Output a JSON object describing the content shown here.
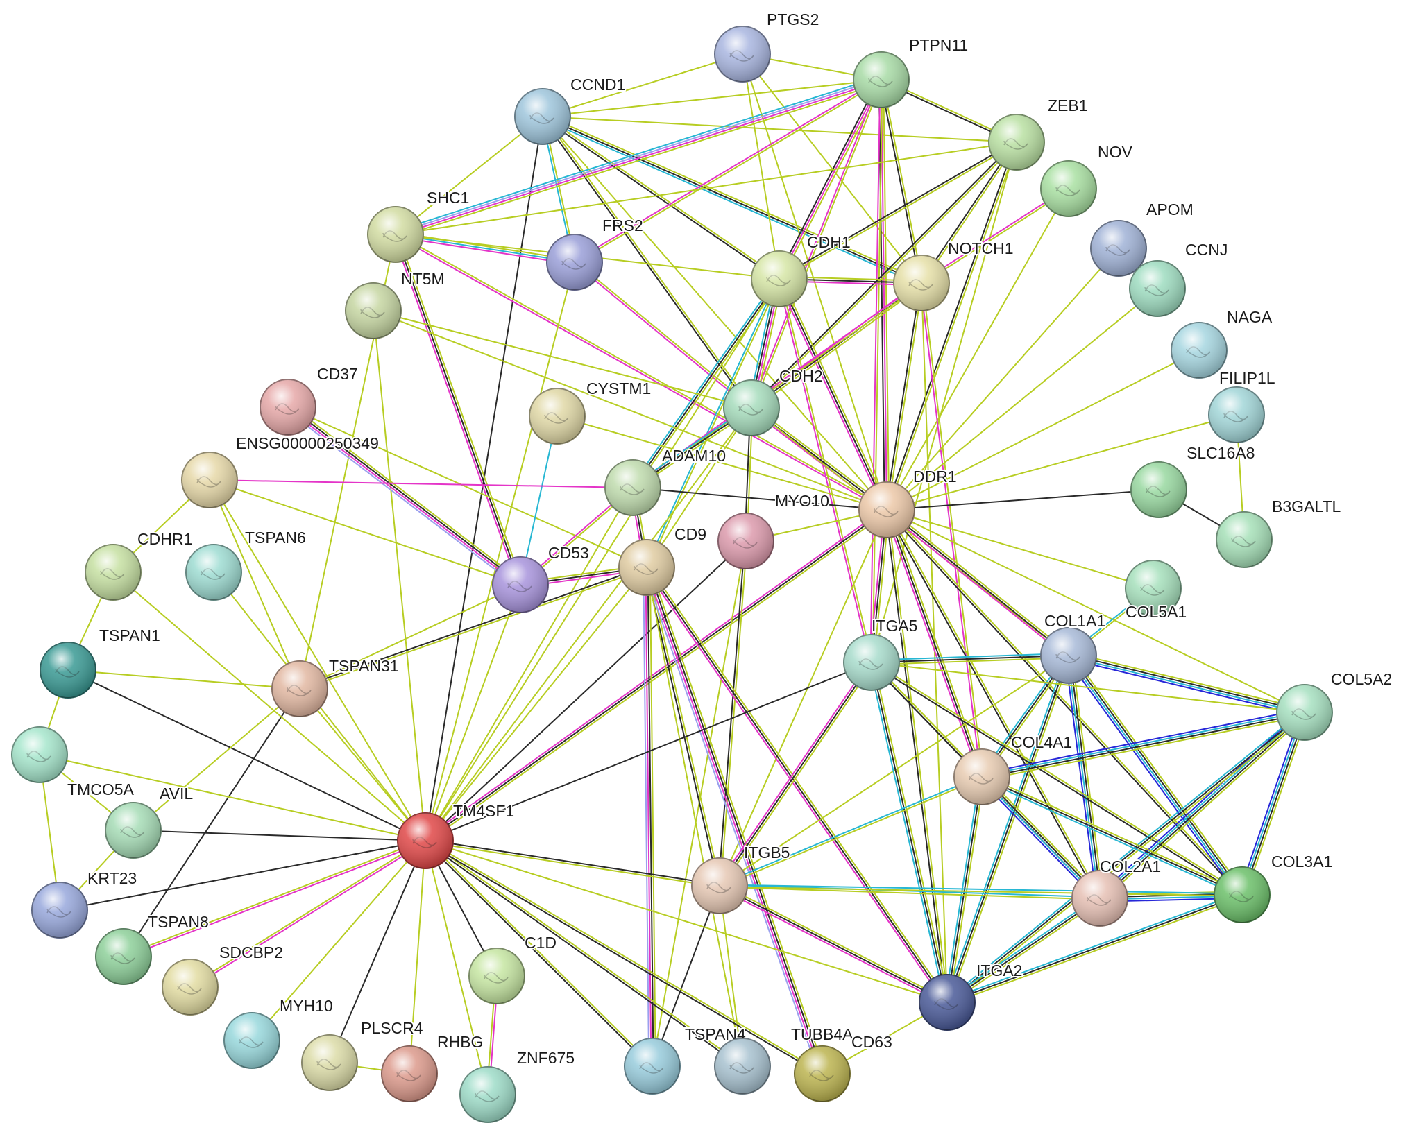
{
  "edge_colors": {
    "textmining": "#b7cd22",
    "coexpression": "#2a2a2a",
    "experimental": "#e434c8",
    "database": "#27b7d3",
    "homology": "#9aa0ee",
    "cooccurrence": "#2727d8"
  },
  "nodes": [
    {
      "id": "PTGS2",
      "label": "PTGS2",
      "color": "#a9b6e0"
    },
    {
      "id": "PTPN11",
      "label": "PTPN11",
      "color": "#a8dba6"
    },
    {
      "id": "CCND1",
      "label": "CCND1",
      "color": "#9fc6dc"
    },
    {
      "id": "ZEB1",
      "label": "ZEB1",
      "color": "#b9e0a2"
    },
    {
      "id": "NOV",
      "label": "NOV",
      "color": "#a9e0a2"
    },
    {
      "id": "SHC1",
      "label": "SHC1",
      "color": "#d2dca2"
    },
    {
      "id": "FRS2",
      "label": "FRS2",
      "color": "#9a9fd8"
    },
    {
      "id": "CDH1",
      "label": "CDH1",
      "color": "#d6e6a6"
    },
    {
      "id": "NOTCH1",
      "label": "NOTCH1",
      "color": "#e6e0a8"
    },
    {
      "id": "APOM",
      "label": "APOM",
      "color": "#a0b2d6"
    },
    {
      "id": "CCNJ",
      "label": "CCNJ",
      "color": "#9edcc0"
    },
    {
      "id": "NT5M",
      "label": "NT5M",
      "color": "#c6d6a2"
    },
    {
      "id": "NAGA",
      "label": "NAGA",
      "color": "#a6d6e0"
    },
    {
      "id": "CD37",
      "label": "CD37",
      "color": "#e6a8a8"
    },
    {
      "id": "CYSTM1",
      "label": "CYSTM1",
      "color": "#e0d8a6"
    },
    {
      "id": "CDH2",
      "label": "CDH2",
      "color": "#a6dcbc"
    },
    {
      "id": "FILIP1L",
      "label": "FILIP1L",
      "color": "#a2d6d8"
    },
    {
      "id": "ENSG00000250349",
      "label": "ENSG00000250349",
      "color": "#e6d8a8"
    },
    {
      "id": "ADAM10",
      "label": "ADAM10",
      "color": "#c0dcae"
    },
    {
      "id": "SLC16A8",
      "label": "SLC16A8",
      "color": "#98d8a0"
    },
    {
      "id": "DDR1",
      "label": "DDR1",
      "color": "#ecc8a8"
    },
    {
      "id": "MYO10",
      "label": "MYO10",
      "color": "#dc9aac"
    },
    {
      "id": "B3GALTL",
      "label": "B3GALTL",
      "color": "#a6e0b8"
    },
    {
      "id": "CDHR1",
      "label": "CDHR1",
      "color": "#c6e0a2"
    },
    {
      "id": "TSPAN6",
      "label": "TSPAN6",
      "color": "#9edcd2"
    },
    {
      "id": "CD53",
      "label": "CD53",
      "color": "#a894dc"
    },
    {
      "id": "CD9",
      "label": "CD9",
      "color": "#e0cca2"
    },
    {
      "id": "COL5A1",
      "label": "COL5A1",
      "color": "#a6e0bc"
    },
    {
      "id": "COL1A1",
      "label": "COL1A1",
      "color": "#a8bad8"
    },
    {
      "id": "ITGA5",
      "label": "ITGA5",
      "color": "#a8dccc"
    },
    {
      "id": "TSPAN1",
      "label": "TSPAN1",
      "color": "#3a9a94"
    },
    {
      "id": "TSPAN31",
      "label": "TSPAN31",
      "color": "#e2b8a2"
    },
    {
      "id": "COL5A2",
      "label": "COL5A2",
      "color": "#a6e0c0"
    },
    {
      "id": "TMCO5A",
      "label": "TMCO5A",
      "color": "#a6e6cc"
    },
    {
      "id": "COL4A1",
      "label": "COL4A1",
      "color": "#e8ccb2"
    },
    {
      "id": "AVIL",
      "label": "AVIL",
      "color": "#a6dcb6"
    },
    {
      "id": "TM4SF1",
      "label": "TM4SF1",
      "color": "#e04848"
    },
    {
      "id": "ITGB5",
      "label": "ITGB5",
      "color": "#e6c8b4"
    },
    {
      "id": "COL2A1",
      "label": "COL2A1",
      "color": "#e6c0b4"
    },
    {
      "id": "COL3A1",
      "label": "COL3A1",
      "color": "#6cc06a"
    },
    {
      "id": "KRT23",
      "label": "KRT23",
      "color": "#98a8dc"
    },
    {
      "id": "TSPAN8",
      "label": "TSPAN8",
      "color": "#8ed09a"
    },
    {
      "id": "SDCBP2",
      "label": "SDCBP2",
      "color": "#e2dca2"
    },
    {
      "id": "C1D",
      "label": "C1D",
      "color": "#c6e6a2"
    },
    {
      "id": "ITGA2",
      "label": "ITGA2",
      "color": "#4a5a98"
    },
    {
      "id": "MYH10",
      "label": "MYH10",
      "color": "#98d8dc"
    },
    {
      "id": "PLSCR4",
      "label": "PLSCR4",
      "color": "#dcdca8"
    },
    {
      "id": "RHBG",
      "label": "RHBG",
      "color": "#dc9a8c"
    },
    {
      "id": "ZNF675",
      "label": "ZNF675",
      "color": "#9edcc8"
    },
    {
      "id": "TSPAN4",
      "label": "TSPAN4",
      "color": "#98ccdc"
    },
    {
      "id": "TUBB4A",
      "label": "TUBB4A",
      "color": "#a8c2d0"
    },
    {
      "id": "CD63",
      "label": "CD63",
      "color": "#bcb450"
    }
  ],
  "edges": [
    [
      "CCND1",
      "PTGS2",
      "t"
    ],
    [
      "CCND1",
      "PTPN11",
      "t"
    ],
    [
      "CCND1",
      "ZEB1",
      "t"
    ],
    [
      "CCND1",
      "SHC1",
      "t"
    ],
    [
      "CCND1",
      "FRS2",
      "td"
    ],
    [
      "CCND1",
      "CDH1",
      "tc"
    ],
    [
      "CCND1",
      "NOTCH1",
      "tcd"
    ],
    [
      "CCND1",
      "CDH2",
      "tc"
    ],
    [
      "CCND1",
      "DDR1",
      "t"
    ],
    [
      "CCND1",
      "TM4SF1",
      "c"
    ],
    [
      "PTGS2",
      "PTPN11",
      "t"
    ],
    [
      "PTGS2",
      "CDH1",
      "t"
    ],
    [
      "PTGS2",
      "NOTCH1",
      "t"
    ],
    [
      "PTGS2",
      "DDR1",
      "t"
    ],
    [
      "PTPN11",
      "SHC1",
      "tehd"
    ],
    [
      "PTPN11",
      "FRS2",
      "te"
    ],
    [
      "PTPN11",
      "CDH1",
      "tec"
    ],
    [
      "PTPN11",
      "NOTCH1",
      "tc"
    ],
    [
      "PTPN11",
      "CDH2",
      "te"
    ],
    [
      "PTPN11",
      "DDR1",
      "tec"
    ],
    [
      "PTPN11",
      "ZEB1",
      "tc"
    ],
    [
      "PTPN11",
      "ITGA5",
      "te"
    ],
    [
      "ZEB1",
      "CDH1",
      "tc"
    ],
    [
      "ZEB1",
      "NOTCH1",
      "tc"
    ],
    [
      "ZEB1",
      "CDH2",
      "tc"
    ],
    [
      "ZEB1",
      "DDR1",
      "tc"
    ],
    [
      "ZEB1",
      "SHC1",
      "t"
    ],
    [
      "ZEB1",
      "ITGA5",
      "t"
    ],
    [
      "NOV",
      "NOTCH1",
      "te"
    ],
    [
      "NOV",
      "DDR1",
      "t"
    ],
    [
      "SHC1",
      "FRS2",
      "tde"
    ],
    [
      "SHC1",
      "CDH1",
      "t"
    ],
    [
      "SHC1",
      "DDR1",
      "te"
    ],
    [
      "SHC1",
      "CD53",
      "tce"
    ],
    [
      "SHC1",
      "TSPAN31",
      "t"
    ],
    [
      "FRS2",
      "CDH2",
      "te"
    ],
    [
      "FRS2",
      "TM4SF1",
      "t"
    ],
    [
      "CDH1",
      "NOTCH1",
      "tce"
    ],
    [
      "CDH1",
      "CDH2",
      "tecd"
    ],
    [
      "CDH1",
      "DDR1",
      "tce"
    ],
    [
      "CDH1",
      "ADAM10",
      "tcd"
    ],
    [
      "CDH1",
      "ITGA5",
      "te"
    ],
    [
      "CDH1",
      "CD9",
      "td"
    ],
    [
      "CDH1",
      "TM4SF1",
      "t"
    ],
    [
      "NOTCH1",
      "CDH2",
      "tce"
    ],
    [
      "NOTCH1",
      "DDR1",
      "tc"
    ],
    [
      "NOTCH1",
      "ADAM10",
      "te"
    ],
    [
      "NOTCH1",
      "COL4A1",
      "te"
    ],
    [
      "NOTCH1",
      "ITGA2",
      "t"
    ],
    [
      "APOM",
      "DDR1",
      "t"
    ],
    [
      "CCNJ",
      "DDR1",
      "t"
    ],
    [
      "NAGA",
      "DDR1",
      "t"
    ],
    [
      "FILIP1L",
      "DDR1",
      "t"
    ],
    [
      "FILIP1L",
      "B3GALTL",
      "t"
    ],
    [
      "SLC16A8",
      "B3GALTL",
      "c"
    ],
    [
      "SLC16A8",
      "DDR1",
      "c"
    ],
    [
      "NT5M",
      "DDR1",
      "t"
    ],
    [
      "NT5M",
      "TM4SF1",
      "t"
    ],
    [
      "NT5M",
      "CDH2",
      "t"
    ],
    [
      "CD37",
      "CD53",
      "tceh"
    ],
    [
      "CD37",
      "CD9",
      "t"
    ],
    [
      "CYSTM1",
      "CD53",
      "d"
    ],
    [
      "CYSTM1",
      "DDR1",
      "t"
    ],
    [
      "CDH2",
      "ADAM10",
      "tcd"
    ],
    [
      "CDH2",
      "DDR1",
      "tce"
    ],
    [
      "CDH2",
      "CD9",
      "t"
    ],
    [
      "CDH2",
      "MYO10",
      "tc"
    ],
    [
      "CDH2",
      "TM4SF1",
      "t"
    ],
    [
      "CDH2",
      "COL1A1",
      "t"
    ],
    [
      "ENSG00000250349",
      "ADAM10",
      "e"
    ],
    [
      "ENSG00000250349",
      "TSPAN31",
      "t"
    ],
    [
      "ENSG00000250349",
      "CDHR1",
      "t"
    ],
    [
      "ENSG00000250349",
      "TM4SF1",
      "t"
    ],
    [
      "ADAM10",
      "DDR1",
      "c"
    ],
    [
      "ADAM10",
      "CD53",
      "te"
    ],
    [
      "ADAM10",
      "CD9",
      "tce"
    ],
    [
      "ADAM10",
      "TM4SF1",
      "t"
    ],
    [
      "DDR1",
      "ITGA5",
      "tce"
    ],
    [
      "DDR1",
      "COL1A1",
      "tce"
    ],
    [
      "DDR1",
      "COL4A1",
      "tce"
    ],
    [
      "DDR1",
      "COL2A1",
      "tc"
    ],
    [
      "DDR1",
      "COL3A1",
      "tc"
    ],
    [
      "DDR1",
      "ITGA2",
      "tc"
    ],
    [
      "DDR1",
      "ITGB5",
      "t"
    ],
    [
      "DDR1",
      "COL5A1",
      "t"
    ],
    [
      "DDR1",
      "TM4SF1",
      "tce"
    ],
    [
      "DDR1",
      "COL5A2",
      "t"
    ],
    [
      "DDR1",
      "MYO10",
      "t"
    ],
    [
      "MYO10",
      "ITGB5",
      "tc"
    ],
    [
      "MYO10",
      "TSPAN4",
      "t"
    ],
    [
      "MYO10",
      "TM4SF1",
      "c"
    ],
    [
      "CD53",
      "CD9",
      "tce"
    ],
    [
      "CD53",
      "TSPAN31",
      "t"
    ],
    [
      "CD53",
      "TM4SF1",
      "t"
    ],
    [
      "CD9",
      "TSPAN31",
      "tc"
    ],
    [
      "CD9",
      "ITGB5",
      "tc"
    ],
    [
      "CD9",
      "ITGA2",
      "tce"
    ],
    [
      "CD9",
      "TSPAN4",
      "tceh"
    ],
    [
      "CD9",
      "CD63",
      "tceh"
    ],
    [
      "CD9",
      "TM4SF1",
      "t"
    ],
    [
      "CD9",
      "TUBB4A",
      "t"
    ],
    [
      "COL5A1",
      "COL1A1",
      "td"
    ],
    [
      "COL1A1",
      "ITGA5",
      "tcd"
    ],
    [
      "COL1A1",
      "COL5A2",
      "tcdo"
    ],
    [
      "COL1A1",
      "COL4A1",
      "tcd"
    ],
    [
      "COL1A1",
      "COL2A1",
      "tcdo"
    ],
    [
      "COL1A1",
      "COL3A1",
      "tcdo"
    ],
    [
      "COL1A1",
      "ITGA2",
      "tcd"
    ],
    [
      "COL1A1",
      "ITGB5",
      "t"
    ],
    [
      "ITGA5",
      "ITGB5",
      "tce"
    ],
    [
      "ITGA5",
      "ITGA2",
      "tcd"
    ],
    [
      "ITGA5",
      "COL4A1",
      "tc"
    ],
    [
      "ITGA5",
      "COL2A1",
      "tc"
    ],
    [
      "ITGA5",
      "COL3A1",
      "tc"
    ],
    [
      "ITGA5",
      "TM4SF1",
      "c"
    ],
    [
      "ITGA5",
      "COL5A2",
      "t"
    ],
    [
      "COL5A2",
      "COL4A1",
      "tcdo"
    ],
    [
      "COL5A2",
      "COL2A1",
      "tcdo"
    ],
    [
      "COL5A2",
      "COL3A1",
      "tcdo"
    ],
    [
      "COL5A2",
      "ITGA2",
      "tcd"
    ],
    [
      "COL4A1",
      "COL2A1",
      "tcdo"
    ],
    [
      "COL4A1",
      "COL3A1",
      "tcd"
    ],
    [
      "COL4A1",
      "ITGA2",
      "tcd"
    ],
    [
      "COL4A1",
      "ITGB5",
      "td"
    ],
    [
      "COL2A1",
      "COL3A1",
      "tcdo"
    ],
    [
      "COL2A1",
      "ITGA2",
      "tcd"
    ],
    [
      "COL2A1",
      "ITGB5",
      "td"
    ],
    [
      "COL3A1",
      "ITGA2",
      "tcd"
    ],
    [
      "COL3A1",
      "ITGB5",
      "td"
    ],
    [
      "ITGB5",
      "ITGA2",
      "tce"
    ],
    [
      "ITGB5",
      "TM4SF1",
      "tc"
    ],
    [
      "ITGB5",
      "TSPAN4",
      "c"
    ],
    [
      "ITGB5",
      "TUBB4A",
      "t"
    ],
    [
      "ITGA2",
      "CD63",
      "t"
    ],
    [
      "ITGA2",
      "TM4SF1",
      "t"
    ],
    [
      "TSPAN1",
      "TM4SF1",
      "c"
    ],
    [
      "TSPAN1",
      "TMCO5A",
      "t"
    ],
    [
      "TSPAN1",
      "CDHR1",
      "t"
    ],
    [
      "TSPAN1",
      "TSPAN31",
      "t"
    ],
    [
      "TSPAN31",
      "TM4SF1",
      "t"
    ],
    [
      "TSPAN31",
      "TSPAN8",
      "c"
    ],
    [
      "TSPAN31",
      "AVIL",
      "t"
    ],
    [
      "TSPAN6",
      "TM4SF1",
      "t"
    ],
    [
      "TMCO5A",
      "AVIL",
      "t"
    ],
    [
      "TMCO5A",
      "KRT23",
      "t"
    ],
    [
      "TMCO5A",
      "TM4SF1",
      "t"
    ],
    [
      "AVIL",
      "TM4SF1",
      "c"
    ],
    [
      "AVIL",
      "KRT23",
      "t"
    ],
    [
      "KRT23",
      "TM4SF1",
      "c"
    ],
    [
      "TSPAN8",
      "TM4SF1",
      "te"
    ],
    [
      "SDCBP2",
      "TM4SF1",
      "te"
    ],
    [
      "MYH10",
      "TM4SF1",
      "t"
    ],
    [
      "PLSCR4",
      "TM4SF1",
      "c"
    ],
    [
      "RHBG",
      "TM4SF1",
      "t"
    ],
    [
      "ZNF675",
      "TM4SF1",
      "t"
    ],
    [
      "C1D",
      "TM4SF1",
      "c"
    ],
    [
      "ZNF675",
      "C1D",
      "te"
    ],
    [
      "RHBG",
      "PLSCR4",
      "t"
    ],
    [
      "TM4SF1",
      "TSPAN4",
      "tc"
    ],
    [
      "TM4SF1",
      "TUBB4A",
      "tc"
    ],
    [
      "TM4SF1",
      "CD63",
      "tc"
    ],
    [
      "CDHR1",
      "TM4SF1",
      "t"
    ],
    [
      "CD53",
      "ENSG00000250349",
      "t"
    ]
  ]
}
